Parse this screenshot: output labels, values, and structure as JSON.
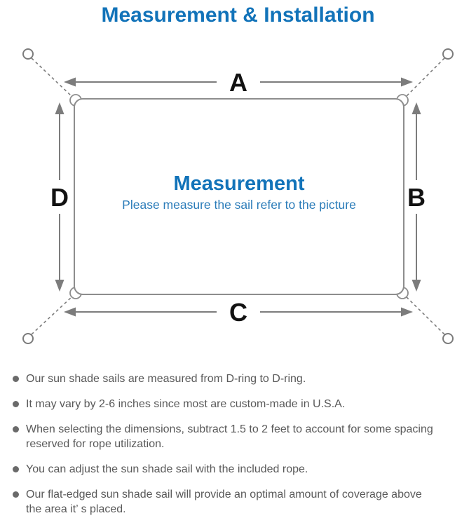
{
  "page": {
    "title": "Measurement & Installation"
  },
  "diagram": {
    "labels": {
      "top": "A",
      "right": "B",
      "bottom": "C",
      "left": "D"
    },
    "center": {
      "heading": "Measurement",
      "subheading": "Please measure the sail refer to the picture"
    },
    "colors": {
      "accent_blue": "#1273b9",
      "subtitle_blue": "#2b7cb9",
      "line_gray": "#7c7c7c",
      "border_gray": "#8d8d8d",
      "label_black": "#121212",
      "body_text_gray": "#595959"
    }
  },
  "notes": {
    "items": [
      "Our sun shade sails are measured from D-ring to D-ring.",
      "It may vary by 2-6 inches since most are custom-made in U.S.A.",
      "When selecting the dimensions, subtract 1.5 to 2 feet to account for some spacing\nreserved for rope utilization.",
      "You can adjust the sun shade sail with the included rope.",
      "Our flat-edged sun shade sail will provide an optimal amount of coverage above\nthe area it’ s placed."
    ]
  }
}
